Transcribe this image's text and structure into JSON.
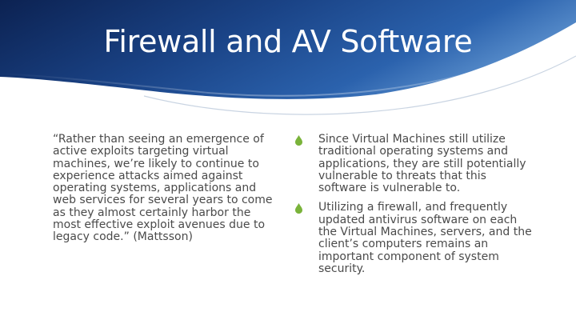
{
  "slide": {
    "title": "Firewall and AV Software",
    "left_column": {
      "quote": "“Rather than seeing an emergence of active exploits targeting virtual machines, we’re likely to continue to experience attacks aimed against operating systems, applications and web services for several years to come as they almost certainly harbor the most effective exploit avenues due to legacy code.” (Mattsson)"
    },
    "right_column": {
      "bullets": [
        {
          "text": "Since Virtual Machines still utilize traditional operating systems and applications, they are still potentially vulnerable to threats that this software is vulnerable to."
        },
        {
          "text": "Utilizing a firewall, and frequently updated antivirus software on each the Virtual Machines, servers, and the client’s computers remains an important component of system security."
        }
      ]
    }
  },
  "colors": {
    "header_dark": "#0f2a5e",
    "header_mid": "#1e4f95",
    "header_light": "#4f86c6",
    "body_text": "#4a4a4a",
    "bullet_green": "#7ab33a"
  },
  "icons": {
    "bullet": "droplet-icon"
  }
}
